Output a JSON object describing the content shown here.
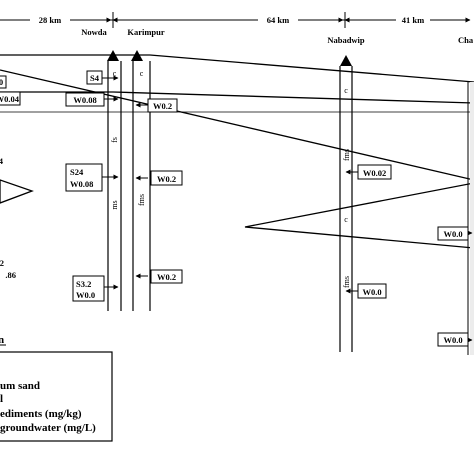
{
  "distances": [
    "28 km",
    "64 km",
    "41 km"
  ],
  "wells": [
    "Nowda",
    "Karimpur",
    "Nabadwip",
    "Cha"
  ],
  "lithology": {
    "nowda": [
      "c",
      "fs",
      "ms"
    ],
    "karimpur": [
      "c",
      "fms"
    ],
    "nabadwip": [
      "c",
      "fms",
      "c",
      "fms"
    ]
  },
  "samples": {
    "left_edge": [
      "0",
      "W0.04",
      "4",
      "2",
      ".86"
    ],
    "nowda": [
      "S4",
      "W0.08",
      "S24",
      "W0.08",
      "S3.2",
      "W0.0"
    ],
    "karimpur": [
      "W0.2",
      "W0.2",
      "W0.2"
    ],
    "nabadwip": [
      "W0.02",
      "W0.0"
    ],
    "cha": [
      "W0.0",
      "W0.0"
    ]
  },
  "legend": {
    "heading": "n",
    "items": [
      "um sand",
      "l",
      "ediments (mg/kg)",
      "groundwater (mg/L)"
    ]
  }
}
